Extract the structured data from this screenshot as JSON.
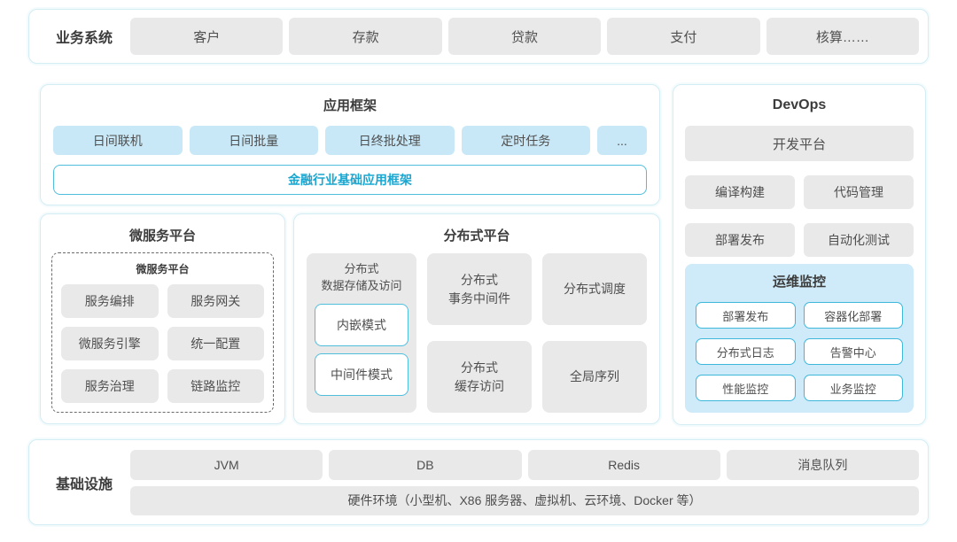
{
  "palette": {
    "card_border": "#d4ecf4",
    "gray_chip": "#e9e9ea",
    "blue_chip": "#c9e8f7",
    "monitor_panel_bg": "#cfeaf8",
    "cyan_border": "#4fbedd",
    "cyan_text": "#19a7d2",
    "text": "#4f4f4f"
  },
  "business": {
    "label": "业务系统",
    "items": [
      "客户",
      "存款",
      "贷款",
      "支付",
      "核算……"
    ]
  },
  "app_framework": {
    "title": "应用框架",
    "chips": [
      "日间联机",
      "日间批量",
      "日终批处理",
      "定时任务",
      "..."
    ],
    "base_label": "金融行业基础应用框架"
  },
  "microservice": {
    "title": "微服务平台",
    "inner_title": "微服务平台",
    "items": [
      "服务编排",
      "服务网关",
      "微服务引擎",
      "统一配置",
      "服务治理",
      "链路监控"
    ]
  },
  "distributed": {
    "title": "分布式平台",
    "storage": {
      "line1": "分布式",
      "line2": "数据存储及访问",
      "modes": [
        "内嵌模式",
        "中间件模式"
      ]
    },
    "cells": [
      {
        "line1": "分布式",
        "line2": "事务中间件"
      },
      {
        "line1": "分布式调度"
      },
      {
        "line1": "分布式",
        "line2": "缓存访问"
      },
      {
        "line1": "全局序列"
      }
    ]
  },
  "devops": {
    "title": "DevOps",
    "platform": "开发平台",
    "tools": [
      "编译构建",
      "代码管理",
      "部署发布",
      "自动化测试"
    ],
    "monitoring": {
      "title": "运维监控",
      "items": [
        "部署发布",
        "容器化部署",
        "分布式日志",
        "告警中心",
        "性能监控",
        "业务监控"
      ]
    }
  },
  "infrastructure": {
    "label": "基础设施",
    "items": [
      "JVM",
      "DB",
      "Redis",
      "消息队列"
    ],
    "hardware": "硬件环境（小型机、X86 服务器、虚拟机、云环境、Docker 等）"
  }
}
